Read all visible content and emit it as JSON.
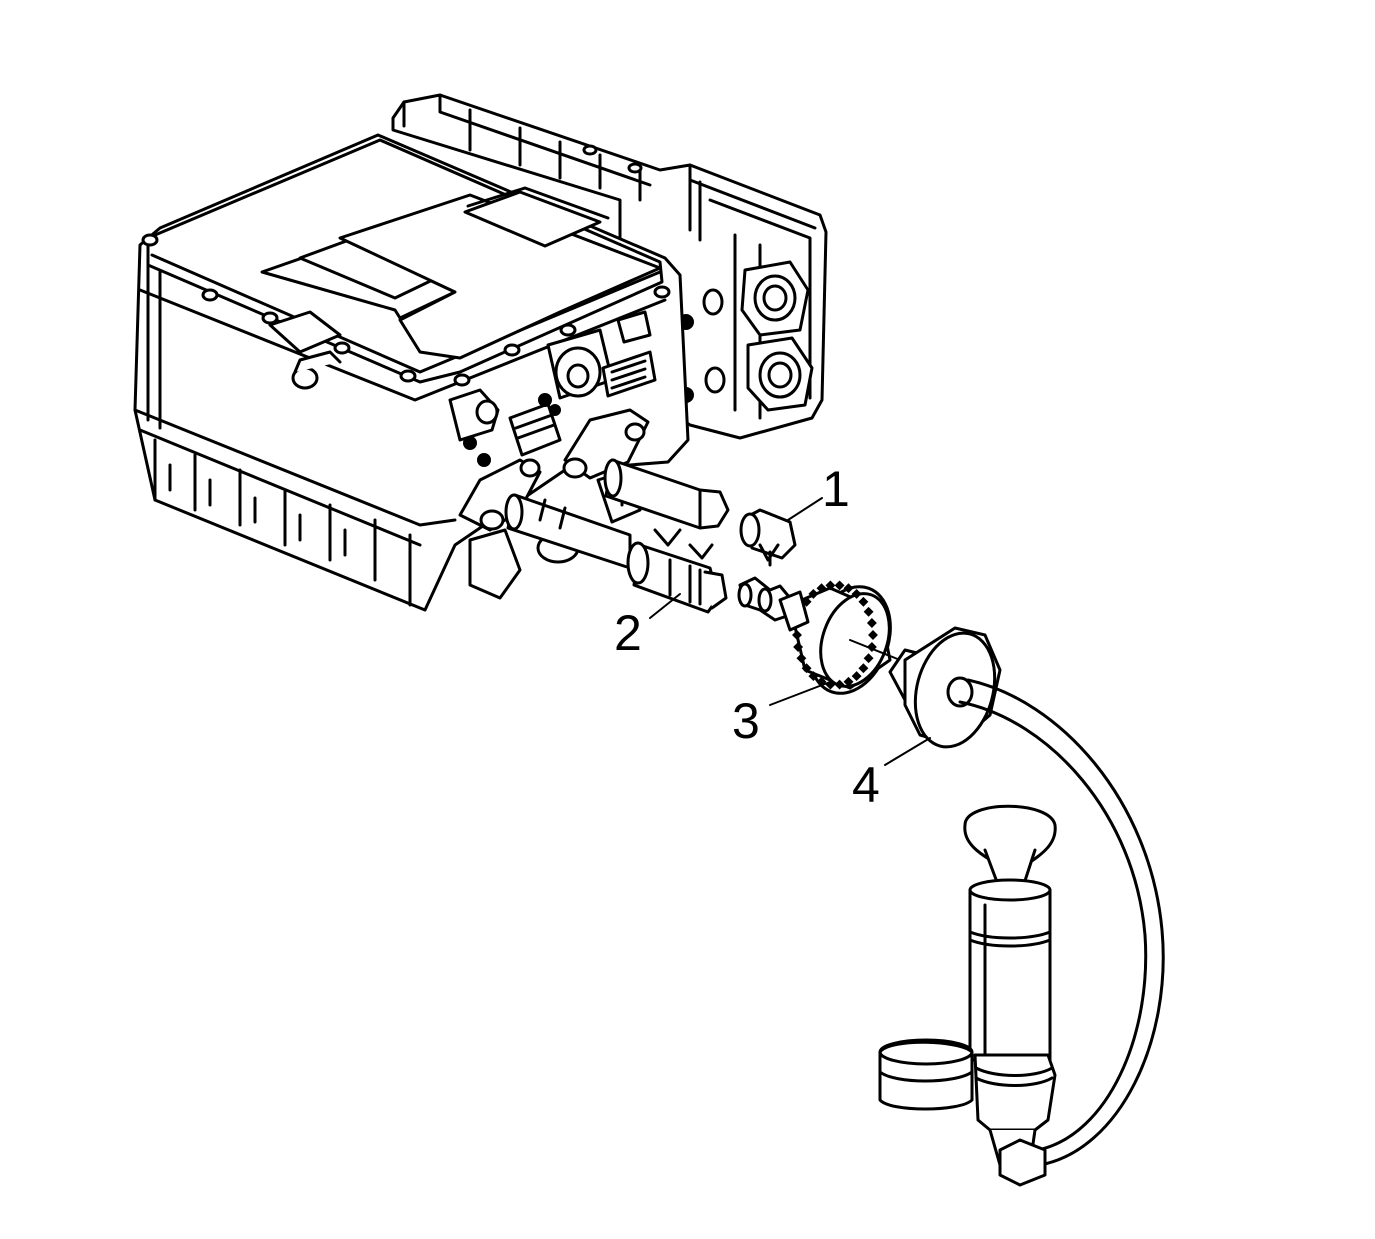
{
  "diagram": {
    "callouts": [
      {
        "id": "1",
        "label": "1"
      },
      {
        "id": "2",
        "label": "2"
      },
      {
        "id": "3",
        "label": "3"
      },
      {
        "id": "4",
        "label": "4"
      }
    ],
    "components": [
      {
        "name": "inverter-module"
      },
      {
        "name": "coolant-hose-fitting"
      },
      {
        "name": "coolant-port-adapter"
      },
      {
        "name": "knurled-adapter-cap"
      },
      {
        "name": "pressure-tester-pump"
      }
    ]
  }
}
